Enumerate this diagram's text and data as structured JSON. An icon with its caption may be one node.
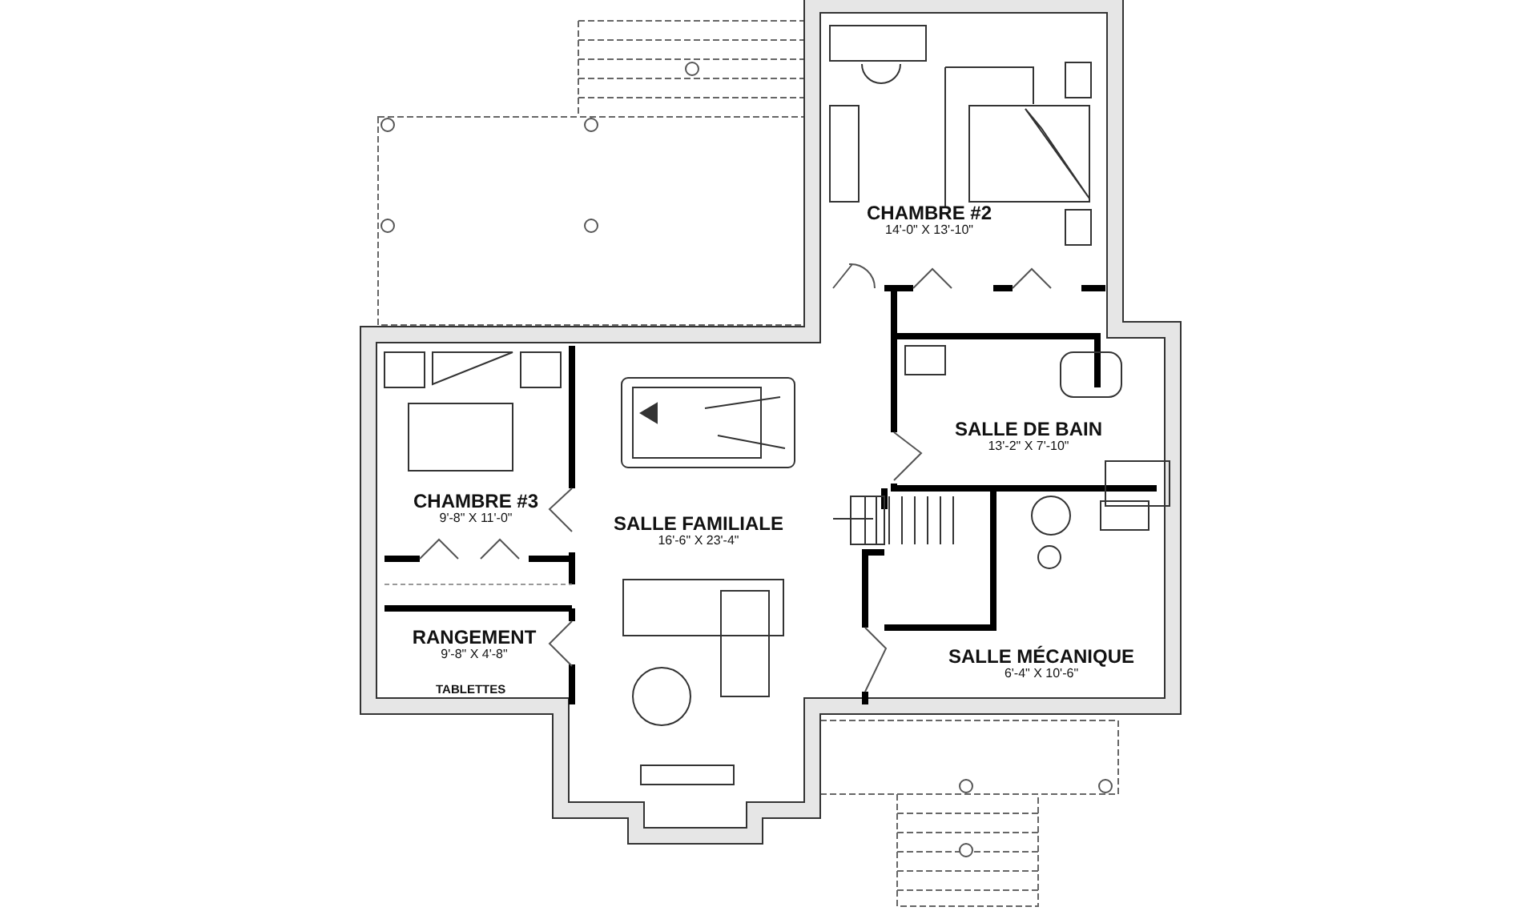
{
  "diagram": {
    "nodes": [
      {
        "text": [
          "CHAMBRE #2",
          "14'-0\" X 13'-10\""
        ]
      },
      {
        "text": [
          "SALLE DE BAIN",
          "13'-2\" X 7'-10\""
        ]
      },
      {
        "text": [
          "CHAMBRE #3",
          "9'-8\" X 11'-0\""
        ]
      },
      {
        "text": [
          "SALLE FAMILIALE",
          "16'-6\" X 23'-4\""
        ]
      },
      {
        "text": [
          "RANGEMENT",
          "9'-8\" X 4'-8\""
        ]
      },
      {
        "text": [
          "SALLE MÉCANIQUE",
          "6'-4\" X 10'-6\""
        ]
      }
    ],
    "labels": [
      "TABLETTES"
    ]
  }
}
